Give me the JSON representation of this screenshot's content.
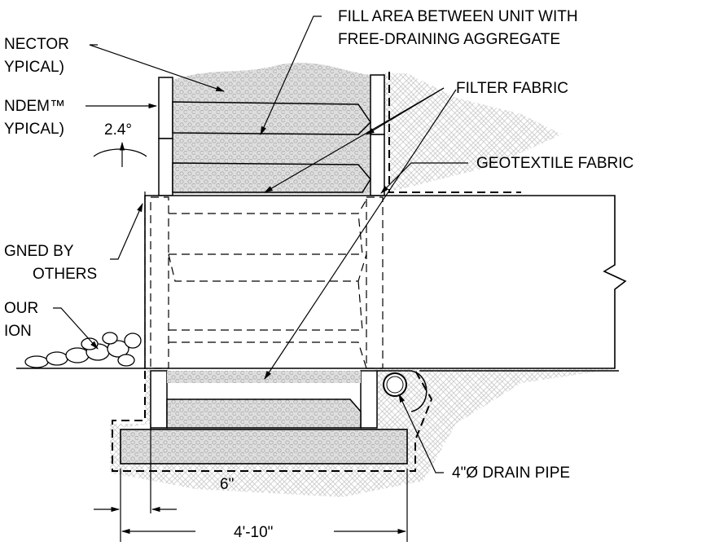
{
  "labels": {
    "connector_l1": "NECTOR",
    "connector_l2": "YPICAL)",
    "tandem_l1": "NDEM™",
    "tandem_l2": "YPICAL)",
    "batter": "2.4°",
    "fill_l1": "FILL AREA BETWEEN UNIT WITH",
    "fill_l2": "FREE-DRAINING AGGREGATE",
    "filter": "FILTER FABRIC",
    "geotextile": "GEOTEXTILE FABRIC",
    "designed_l1": "GNED BY",
    "designed_l2": "OTHERS",
    "scour_l1": "OUR",
    "scour_l2": "ION",
    "drain_pipe": "4\"Ø DRAIN PIPE",
    "dim_small": "6\"",
    "dim_width": "4'-10\""
  },
  "colors": {
    "line": "#000000",
    "hatch": "#bdbdbd",
    "aggregate": "#d6d6d6"
  }
}
